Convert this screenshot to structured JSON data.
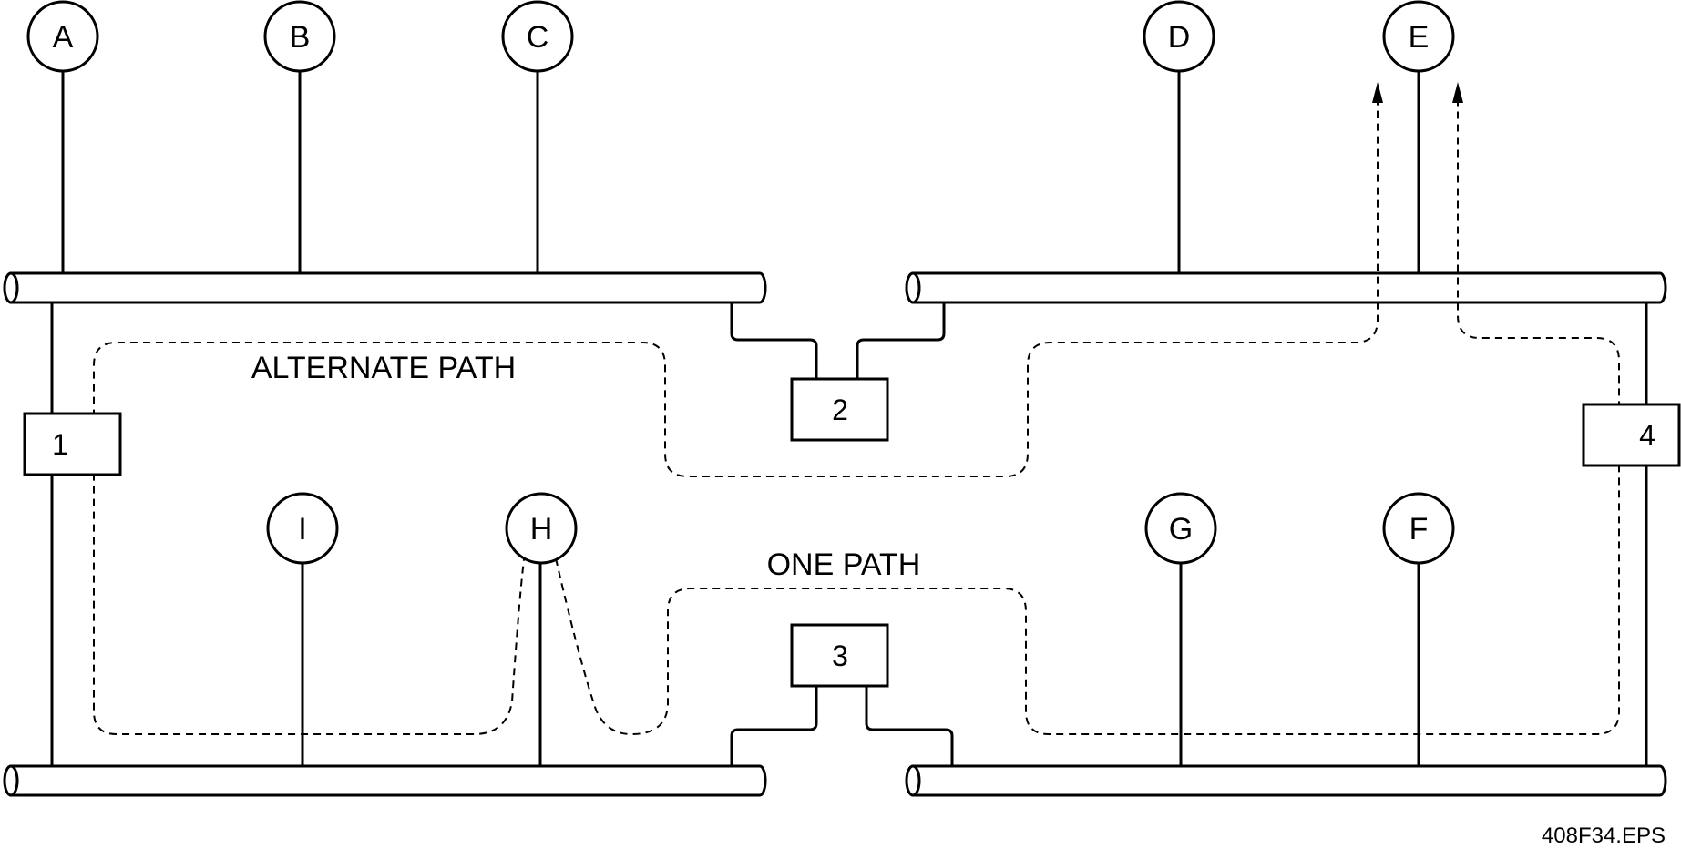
{
  "nodes": {
    "A": "A",
    "B": "B",
    "C": "C",
    "D": "D",
    "E": "E",
    "F": "F",
    "G": "G",
    "H": "H",
    "I": "I"
  },
  "boxes": {
    "b1": "1",
    "b2": "2",
    "b3": "3",
    "b4": "4"
  },
  "labels": {
    "alternate_path": "ALTERNATE PATH",
    "one_path": "ONE PATH"
  },
  "file_label": "408F34.EPS"
}
